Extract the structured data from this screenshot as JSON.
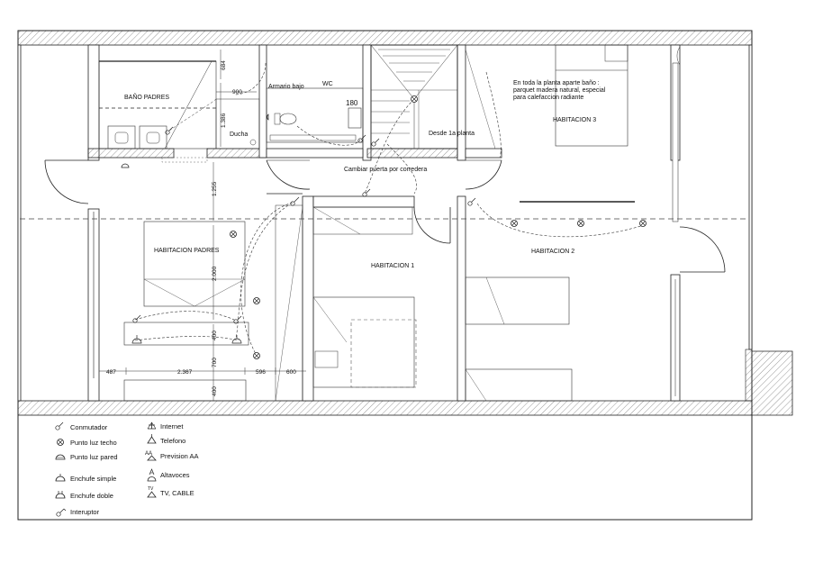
{
  "rooms": {
    "bano_padres": "BAÑO PADRES",
    "armario_bajo": "Armario bajo",
    "wc": "WC",
    "ducha": "Ducha",
    "habitacion_padres": "HABITACION PADRES",
    "habitacion_1": "HABITACION 1",
    "habitacion_2": "HABITACION 2",
    "habitacion_3": "HABITACION 3",
    "desde_1a_planta": "Desde 1a planta"
  },
  "notes": {
    "cambiar_puerta": "Cambiar puerta por corredera",
    "dim_180": "180",
    "floor_note": [
      "En toda la planta aparte baño :",
      "parquet madera natural, especial",
      "para calefaccion radiante"
    ]
  },
  "dimensions": {
    "d684": "684",
    "d900": "900",
    "d1386": "1.386",
    "d1255": "1.255",
    "d2000": "2.000",
    "d400a": "400",
    "d700": "700",
    "d400b": "400",
    "d487": "487",
    "d2367": "2.367",
    "d596": "596",
    "d600": "600"
  },
  "legend": {
    "conmutador": "Conmutador",
    "punto_luz_techo": "Punto luz techo",
    "punto_luz_pared": "Punto luz pared",
    "enchufe_simple": "Enchufe simple",
    "enchufe_doble": "Enchufe doble",
    "interuptor": "Interuptor",
    "internet": "Internet",
    "telefono": "Telefono",
    "prevision_aa": "Prevision AA",
    "altavoces": "Altavoces",
    "tv_cable": "TV, CABLE",
    "aa_glyph": "AA",
    "tv_glyph": "TV"
  }
}
